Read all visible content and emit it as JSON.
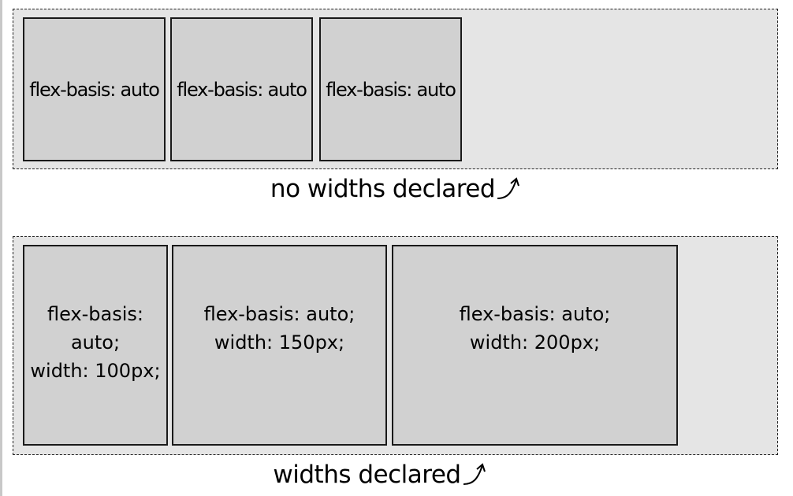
{
  "no_widths": {
    "items": [
      {
        "label": "flex-basis: auto"
      },
      {
        "label": "flex-basis: auto"
      },
      {
        "label": "flex-basis: auto"
      }
    ],
    "caption": "no widths declared"
  },
  "widths": {
    "items": [
      {
        "lines": [
          "flex-basis:",
          "auto;",
          "width: 100px;"
        ]
      },
      {
        "lines": [
          "flex-basis: auto;",
          "width: 150px;"
        ]
      },
      {
        "lines": [
          "flex-basis: auto;",
          "width: 200px;"
        ]
      }
    ],
    "caption": "widths declared"
  }
}
